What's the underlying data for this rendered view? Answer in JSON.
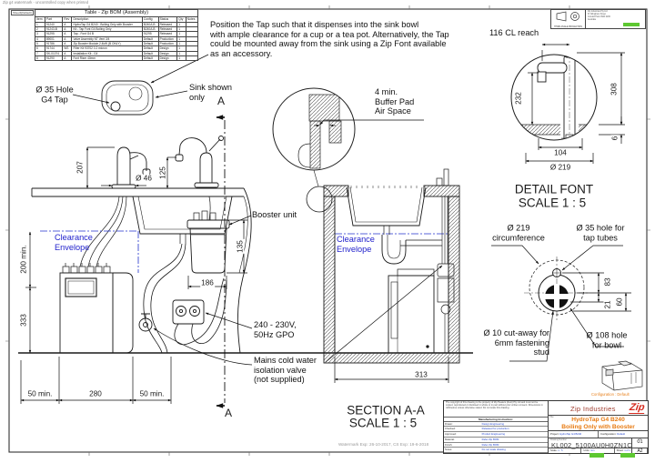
{
  "meta": {
    "corner_note": "Zip g4 watermark - uncontrolled copy when printed",
    "watermark": "Watermark Exp: 26-10-2017, CS Exp: 19-6-2018"
  },
  "bom": {
    "sheet_tab": "Sheet1[Default]",
    "title": "Table - Zip BOM (Assembly)",
    "headers": [
      "Item",
      "Part",
      "Rev",
      "Description",
      "Config",
      "Status",
      "Qty",
      "Notes"
    ],
    "rows": [
      [
        "1",
        "91240",
        "A",
        "HydroTap G4 B240 - Boiling Only with Booster",
        "B240A-B",
        "Released",
        "1",
        ""
      ],
      [
        "2",
        "91243-B",
        "A",
        "Kit - Tap Font G4 Boiling Only",
        "B240A-B",
        "Released",
        "1",
        ""
      ],
      [
        "3",
        "91295",
        "A",
        "Tap - Font G4 B",
        "91295",
        "Released",
        "1",
        ""
      ],
      [
        "4",
        "89001",
        "A",
        "Valve Assembly NT Vent 3/4",
        "Default",
        "Production",
        "1",
        ""
      ],
      [
        "5",
        "91786",
        "A",
        "Zip Booster Module 2.4kW (B ONLY)",
        "Default",
        "Production",
        "1",
        ""
      ],
      [
        "6",
        "91744",
        "WS",
        "Filter Kit 93702 0.2 micron",
        "Default",
        "Design",
        "1",
        ""
      ],
      [
        "7",
        "SK-01074",
        "A",
        "Installation Kit - G4",
        "Default",
        "Design",
        "1",
        ""
      ],
      [
        "8",
        "91290",
        "A",
        "Font Riser 40mm",
        "Default",
        "Design",
        "1",
        ""
      ]
    ]
  },
  "notes": {
    "position": "Position the Tap such that it dispenses into the sink bowl\nwith ample clearance for a cup or a tea pot. Alternatively, the Tap\ncould be mounted away from the sink using a Zip Font available\nas an accessory."
  },
  "callouts": {
    "hole_tap": "Ø 35 Hole\nG4 Tap",
    "sink_shown": "Sink shown\nonly",
    "booster": "Booster unit",
    "clearance": "Clearance\nEnvelope",
    "clearance2": "Clearance\nEnvelope",
    "gpo": "240 - 230V,\n50Hz GPO",
    "mains": "Mains cold water\nisolation valve\n(not supplied)",
    "buffer": "4 min.\nBuffer Pad\nAir Space",
    "cl_reach": "116 CL reach",
    "circumference": "Ø 219\ncircumference",
    "tap_tubes": "Ø 35 hole for\ntap tubes",
    "cutaway": "Ø 10 cut-away for\n6mm fastening\nstud",
    "bowl_hole": "Ø 108 hole\nfor bowl",
    "section_marker": "A"
  },
  "dims": {
    "d207": "207",
    "d46": "Ø 46",
    "d125": "125",
    "d200": "200 min.",
    "d333": "333",
    "d135": "135",
    "d186": "186",
    "d50a": "50 min.",
    "d280": "280",
    "d50b": "50 min.",
    "d313": "313",
    "d232": "232",
    "d308": "308",
    "d6": "6",
    "d104": "104",
    "d219": "Ø 219",
    "d83": "83",
    "d21": "21",
    "d60": "60"
  },
  "views": {
    "detail_title": "DETAIL FONT",
    "detail_scale": "SCALE 1 : 5",
    "section_title": "SECTION A-A",
    "section_scale": "SCALE 1 : 5",
    "config_caption": "Configuration : Default"
  },
  "projection": {
    "label": "THIRD ANGLE PROJECTION",
    "company_lines": "Zip Industries Pty Ltd\n67 Allingham Street\nCondell Park NSW 2200\nAustralia"
  },
  "title_block": {
    "company": "Zip Industries",
    "logo": "Zip",
    "title_label": "Title:",
    "title1": "HydroTap G4 B240",
    "title2": "Boiling Only with Booster",
    "legal": "The copyright of this drawing is the property of Zip Heaters (Aust) Pty Ltd and must not be copied, reproduced or disclosed in whole or in part without prior written consent. Dimensions in millimetres unless otherwise stated. Do not scale this drawing.",
    "mi_header": "Manufacturing Instruction:",
    "left_fields": [
      [
        "Drawn:",
        "Design Engineering"
      ],
      [
        "Checked:",
        "Released for production"
      ],
      [
        "Approved:",
        "Product Engineering"
      ],
      [
        "Material:",
        "Refer Zip BOM"
      ],
      [
        "Finish:",
        "Refer Zip BOM"
      ],
      [
        "Notes:",
        "Do not scale drawing"
      ]
    ],
    "info_cells": [
      [
        "Project:",
        "HydroTap G4 B240"
      ],
      [
        "Configuration:",
        "Default"
      ]
    ],
    "drawing_label": "Drawing Number",
    "drawing_number": "KL002_5100AU0H0ZN1C",
    "rev_label": "Rev.",
    "rev": "01",
    "size": "A2",
    "bottom_cells": [
      [
        "Scale:",
        "1 : 5"
      ],
      [
        "Units:",
        "mm"
      ],
      [
        "Sheet:",
        "1 of 1"
      ]
    ]
  }
}
